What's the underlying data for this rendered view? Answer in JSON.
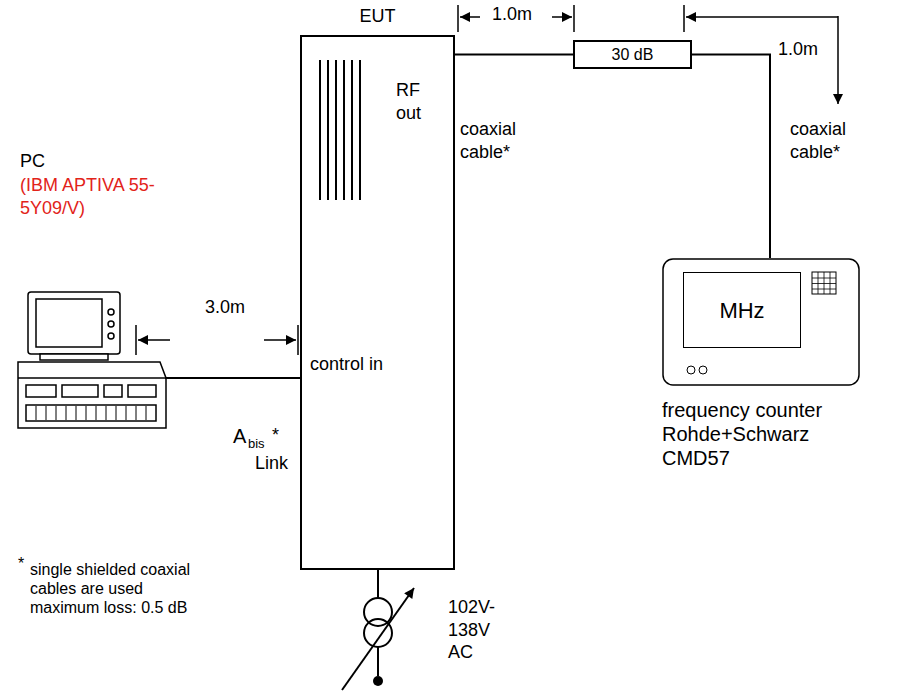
{
  "diagram": {
    "nodes": [
      {
        "text": [
          "EUT",
          "RF out",
          "control in"
        ]
      },
      {
        "text": [
          "30 dB"
        ]
      },
      {
        "text": [
          "PC",
          "(IBM APTIVA 55-5Y09/V)"
        ]
      },
      {
        "text": [
          "MHz",
          "frequency counter Rohde+Schwarz CMD57"
        ]
      }
    ],
    "edges": [
      {
        "from": 0,
        "to": 1,
        "arrow": "none"
      },
      {
        "from": 1,
        "to": 3,
        "arrow": "none"
      },
      {
        "from": 2,
        "to": 0,
        "arrow": "none"
      }
    ],
    "labels": [
      "1.0m",
      "coaxial cable*",
      "1.0m",
      "coaxial cable*",
      "3.0m",
      "A",
      "bis",
      "*",
      "Link",
      "102V- 138V AC",
      "*",
      "single shielded coaxial cables are used maximum loss: 0.5 dB"
    ]
  }
}
